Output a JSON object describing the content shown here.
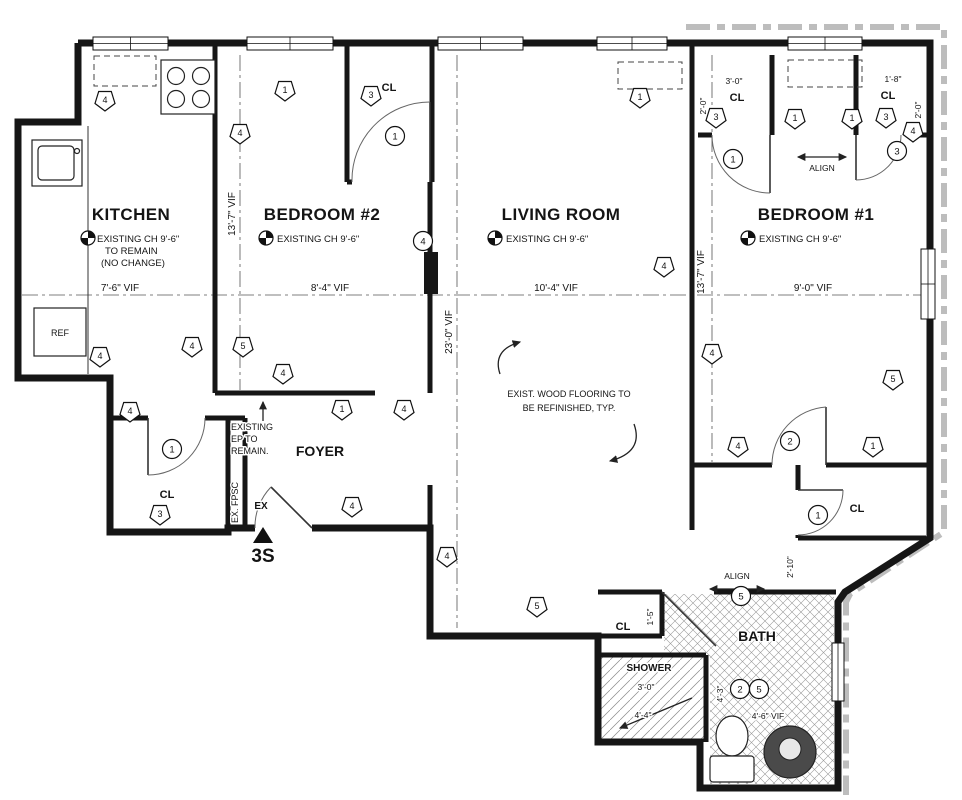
{
  "rooms": {
    "kitchen": {
      "name": "KITCHEN",
      "ch_line1": "EXISTING CH 9'-6\"",
      "ch_line2": "TO REMAIN",
      "ch_line3": "(NO CHANGE)",
      "width_dim": "7'-6\" VIF"
    },
    "bedroom2": {
      "name": "BEDROOM #2",
      "ch_note": "EXISTING CH 9'-6\"",
      "width_dim": "8'-4\" VIF",
      "depth_dim": "13'-7\" VIF"
    },
    "living_room": {
      "name": "LIVING ROOM",
      "ch_note": "EXISTING CH 9'-6\"",
      "width_dim": "10'-4\" VIF",
      "depth_dim": "23'-0\" VIF"
    },
    "bedroom1": {
      "name": "BEDROOM #1",
      "ch_note": "EXISTING CH 9'-6\"",
      "width_dim": "9'-0\" VIF",
      "depth_dim": "13'-7\" VIF"
    },
    "foyer": {
      "name": "FOYER"
    },
    "bath": {
      "name": "BATH",
      "width_dim": "4'-6\" VIF",
      "depth_dim": "4'-3\""
    },
    "shower": {
      "name": "SHOWER",
      "width_dim": "3'-0\"",
      "clear_dim": "4'-4\""
    }
  },
  "closets": {
    "bedroom2_closet": "CL",
    "bedroom1_closet_left": "CL",
    "bedroom1_closet_right": "CL",
    "entry_closet": "CL",
    "bedroom1_closet_bottom": "CL",
    "bath_closet": "CL"
  },
  "closet_dims": {
    "b1_left_width": "3'-0\"",
    "b1_left_depth": "2'-0\"",
    "b1_right_width": "1'-8\"",
    "b1_right_depth": "2'-0\"",
    "b1_bottom_depth": "2'-10\"",
    "bath_closet_depth": "1'-5\""
  },
  "notes": {
    "flooring_line1": "EXIST. WOOD FLOORING TO",
    "flooring_line2": "BE REFINISHED, TYP.",
    "ep_line1": "EXISTING",
    "ep_line2": "EP TO",
    "ep_line3": "REMAIN.",
    "align_bedroom1": "ALIGN",
    "align_bath": "ALIGN",
    "entry_door": "EX",
    "entry_wall": "EX. FPSC",
    "unit_number": "3S",
    "refrigerator": "REF"
  },
  "keynotes": [
    "4",
    "1",
    "3",
    "4",
    "1",
    "3",
    "1",
    "1",
    "3",
    "4",
    "4",
    "4",
    "4",
    "5",
    "4",
    "1",
    "4",
    "4",
    "4",
    "5",
    "4",
    "1",
    "4",
    "3",
    "4",
    "5"
  ],
  "door_tags": [
    "1",
    "4",
    "1",
    "3",
    "1",
    "2",
    "1",
    "5",
    "2",
    "5"
  ]
}
